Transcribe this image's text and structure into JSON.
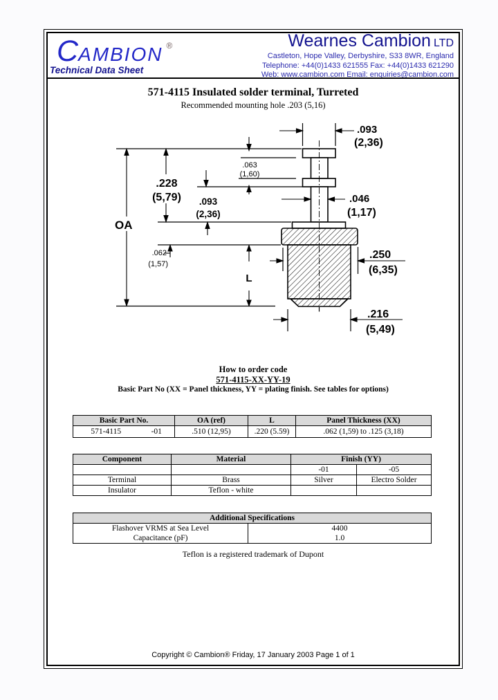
{
  "colors": {
    "logo_blue": "#2328c8",
    "header_navy": "#13138f",
    "address_blue": "#2a2aae",
    "table_header_bg": "#d9d9d9"
  },
  "page": {
    "header": {
      "logo": {
        "first_letter": "C",
        "rest": "AMBION",
        "reg": "®"
      },
      "tagline": "Technical Data Sheet",
      "company_name": "Wearnes Cambion",
      "company_suffix": "LTD",
      "address": "Castleton, Hope Valley, Derbyshire, S33 8WR, England",
      "phone_fax": "Telephone: +44(0)1433 621555  Fax: +44(0)1433 621290",
      "web_email": "Web: www.cambion.com Email: enquiries@cambion.com"
    },
    "title": "571-4115 Insulated solder terminal, Turreted",
    "subtitle": "Recommended mounting hole .203 (5,16)",
    "diagram": {
      "dim_head_dia_in": ".093",
      "dim_head_dia_mm": "(2,36)",
      "dim_groove_in": ".063",
      "dim_groove_mm": "(1,60)",
      "dim_turret_h_in": ".228",
      "dim_turret_h_mm": "(5,79)",
      "dim_mid_in": ".093",
      "dim_mid_mm": "(2,36)",
      "dim_post_in": ".046",
      "dim_post_mm": "(1,17)",
      "dim_flange_in": ".062",
      "dim_flange_mm": "(1,57)",
      "dim_body_in": ".250",
      "dim_body_mm": "(6,35)",
      "dim_bottom_in": ".216",
      "dim_bottom_mm": "(5,49)",
      "oa_label": "OA",
      "l_label": "L"
    },
    "order": {
      "line1": "How to order code",
      "line2": "571-4115-XX-YY-19",
      "line3": "Basic Part No (XX = Panel thickness, YY = plating finish. See tables for options)"
    },
    "table1": {
      "headers": {
        "basic": "Basic Part No.",
        "oa": "OA (ref)",
        "l": "L",
        "panel": "Panel Thickness (XX)"
      },
      "row": {
        "part": "571-4115",
        "dash": "-01",
        "oa": ".510 (12,95)",
        "l": ".220 (5.59)",
        "panel": ".062 (1,59) to .125 (3,18)"
      }
    },
    "table2": {
      "headers": {
        "component": "Component",
        "material": "Material",
        "finish": "Finish (YY)"
      },
      "finish_codes": {
        "c01": "-01",
        "c05": "-05"
      },
      "rows": [
        {
          "component": "Terminal",
          "material": "Brass",
          "f01": "Silver",
          "f05": "Electro Solder"
        },
        {
          "component": "Insulator",
          "material": "Teflon - white",
          "f01": "",
          "f05": ""
        }
      ]
    },
    "table3": {
      "title": "Additional Specifications",
      "rows": [
        {
          "label": "Flashover VRMS at Sea Level",
          "value": "4400"
        },
        {
          "label": "Capacitance (pF)",
          "value": "1.0"
        }
      ]
    },
    "trademark_note": "Teflon is a registered trademark of Dupont",
    "footer": "Copyright © Cambion® Friday, 17 January 2003 Page 1 of 1"
  }
}
